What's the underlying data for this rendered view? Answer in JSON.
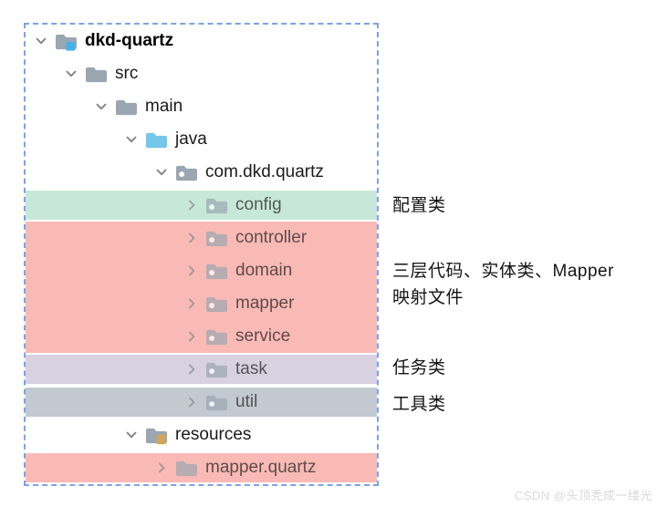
{
  "tree": {
    "rows": [
      {
        "label": "dkd-quartz",
        "depth": 0,
        "chevron": "down",
        "icon": "project-folder",
        "bold": true,
        "highlight": "",
        "band": false
      },
      {
        "label": "src",
        "depth": 1,
        "chevron": "down",
        "icon": "folder",
        "bold": false,
        "highlight": "",
        "band": false
      },
      {
        "label": "main",
        "depth": 2,
        "chevron": "down",
        "icon": "folder",
        "bold": false,
        "highlight": "",
        "band": false
      },
      {
        "label": "java",
        "depth": 3,
        "chevron": "down",
        "icon": "source-folder",
        "bold": false,
        "highlight": "",
        "band": false
      },
      {
        "label": "com.dkd.quartz",
        "depth": 4,
        "chevron": "down",
        "icon": "package-folder",
        "bold": false,
        "highlight": "",
        "band": false
      },
      {
        "label": "config",
        "depth": 5,
        "chevron": "right",
        "icon": "package-folder",
        "bold": false,
        "highlight": "green",
        "band": true
      },
      {
        "label": "controller",
        "depth": 5,
        "chevron": "right",
        "icon": "package-folder",
        "bold": false,
        "highlight": "pink",
        "band": false
      },
      {
        "label": "domain",
        "depth": 5,
        "chevron": "right",
        "icon": "package-folder",
        "bold": false,
        "highlight": "pink",
        "band": false
      },
      {
        "label": "mapper",
        "depth": 5,
        "chevron": "right",
        "icon": "package-folder",
        "bold": false,
        "highlight": "pink",
        "band": false
      },
      {
        "label": "service",
        "depth": 5,
        "chevron": "right",
        "icon": "package-folder",
        "bold": false,
        "highlight": "pink",
        "band": false
      },
      {
        "label": "task",
        "depth": 5,
        "chevron": "right",
        "icon": "package-folder",
        "bold": false,
        "highlight": "purple",
        "band": true
      },
      {
        "label": "util",
        "depth": 5,
        "chevron": "right",
        "icon": "package-folder",
        "bold": false,
        "highlight": "gray",
        "band": true
      },
      {
        "label": "resources",
        "depth": 3,
        "chevron": "down",
        "icon": "resources-folder",
        "bold": false,
        "highlight": "",
        "band": false
      },
      {
        "label": "mapper.quartz",
        "depth": 4,
        "chevron": "right",
        "icon": "folder",
        "bold": false,
        "highlight": "pink",
        "band": true
      }
    ]
  },
  "annotations": {
    "config": {
      "text": "配置类"
    },
    "layers": {
      "text": "三层代码、实体类、Mapper\n映射文件"
    },
    "task": {
      "text": "任务类"
    },
    "util": {
      "text": "工具类"
    }
  },
  "watermark": {
    "text": "CSDN @头顶秃成一缕光"
  },
  "colors": {
    "highlight_green": "#c7e8d8",
    "highlight_pink": "#f9bab6",
    "highlight_purple": "#d8d1e0",
    "highlight_gray": "#c3c9d1",
    "selection_border_blue": "#7aa3e8",
    "folder_gray": "#9aa6b0",
    "java_folder_blue": "#74c6ea",
    "project_square_blue": "#3fb3e8",
    "resources_gold": "#e7a63c",
    "chevron_gray": "#858585",
    "watermark_gray": "#d8d8d8"
  }
}
